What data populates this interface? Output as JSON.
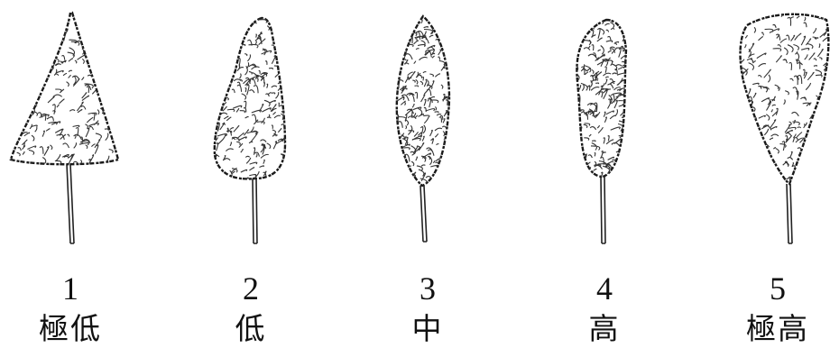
{
  "items": [
    {
      "number": "1",
      "label": "極低",
      "shape": "triangle"
    },
    {
      "number": "2",
      "label": "低",
      "shape": "teardrop"
    },
    {
      "number": "3",
      "label": "中",
      "shape": "spindle"
    },
    {
      "number": "4",
      "label": "高",
      "shape": "club"
    },
    {
      "number": "5",
      "label": "極高",
      "shape": "inverted-cone"
    }
  ]
}
